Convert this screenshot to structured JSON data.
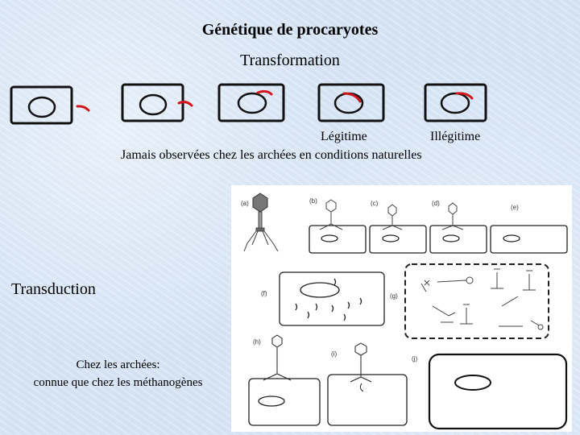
{
  "slide": {
    "title": "Génétique de procaryotes",
    "subtitle": "Transformation",
    "labels": {
      "legit": "Légitime",
      "illegit": "Illégitime"
    },
    "archaea_note": "Jamais observées chez les archées en conditions naturelles",
    "transduction": "Transduction",
    "transduction_note_line1": "Chez les archées:",
    "transduction_note_line2": "connue que chez les méthanogènes"
  },
  "figure": {
    "panel_labels": [
      "(a)",
      "(b)",
      "(c)",
      "(d)",
      "(e)",
      "(f)",
      "(g)",
      "(h)",
      "(i)",
      "(j)"
    ]
  },
  "colors": {
    "dna_fragment": "#d4141c",
    "cell_outline": "#111111",
    "background": "#d8e6f6"
  }
}
